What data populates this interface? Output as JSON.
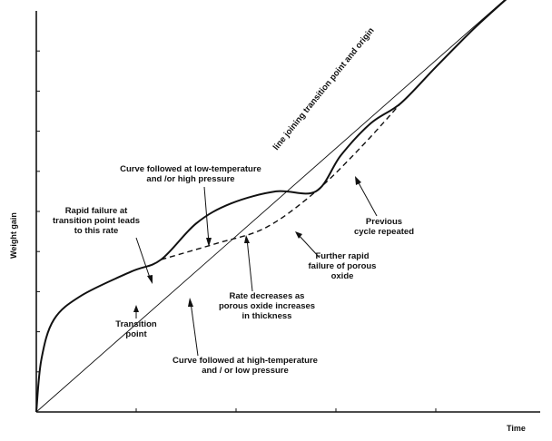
{
  "chart_data": {
    "type": "line",
    "xlabel": "Time",
    "ylabel": "Weight gain",
    "xlim": [
      0,
      10
    ],
    "ylim": [
      0,
      10
    ],
    "grid": false,
    "series": [
      {
        "style": "solid",
        "points": [
          [
            0,
            0
          ],
          [
            0.1,
            1.3
          ],
          [
            0.35,
            2.3
          ],
          [
            0.9,
            2.9
          ],
          [
            1.9,
            3.5
          ],
          [
            2.5,
            3.8
          ],
          [
            3.2,
            4.7
          ],
          [
            3.9,
            5.2
          ],
          [
            4.8,
            5.5
          ],
          [
            5.6,
            5.5
          ],
          [
            6.1,
            6.4
          ],
          [
            6.7,
            7.2
          ],
          [
            7.3,
            7.7
          ],
          [
            8.0,
            8.6
          ],
          [
            8.8,
            9.6
          ],
          [
            9.6,
            10.5
          ]
        ]
      },
      {
        "style": "dashed",
        "points": [
          [
            2.5,
            3.8
          ],
          [
            3.6,
            4.2
          ],
          [
            4.6,
            4.6
          ],
          [
            5.6,
            5.5
          ],
          [
            6.5,
            6.6
          ],
          [
            7.3,
            7.7
          ]
        ]
      },
      {
        "style": "thin",
        "points": [
          [
            0,
            0
          ],
          [
            9.4,
            10.3
          ]
        ]
      }
    ],
    "annotations": [
      {
        "id": "low-temp",
        "lines": [
          "Curve followed at low-temperature",
          "and /or high pressure"
        ]
      },
      {
        "id": "rapid-failure",
        "lines": [
          "Rapid failure at",
          "transition point leads",
          "to this rate"
        ]
      },
      {
        "id": "transition-point",
        "lines": [
          "Transition",
          "point"
        ]
      },
      {
        "id": "rate-decreases",
        "lines": [
          "Rate decreases as",
          "porous oxide increases",
          "in thickness"
        ]
      },
      {
        "id": "further-failure",
        "lines": [
          "Further rapid",
          "failure of porous",
          "oxide"
        ]
      },
      {
        "id": "previous-cycle",
        "lines": [
          "Previous",
          "cycle repeated"
        ]
      },
      {
        "id": "high-temp",
        "lines": [
          "Curve followed at high-temperature",
          "and / or low pressure"
        ]
      },
      {
        "id": "line-joining",
        "lines": [
          "line joining transition point and origin"
        ]
      }
    ]
  }
}
